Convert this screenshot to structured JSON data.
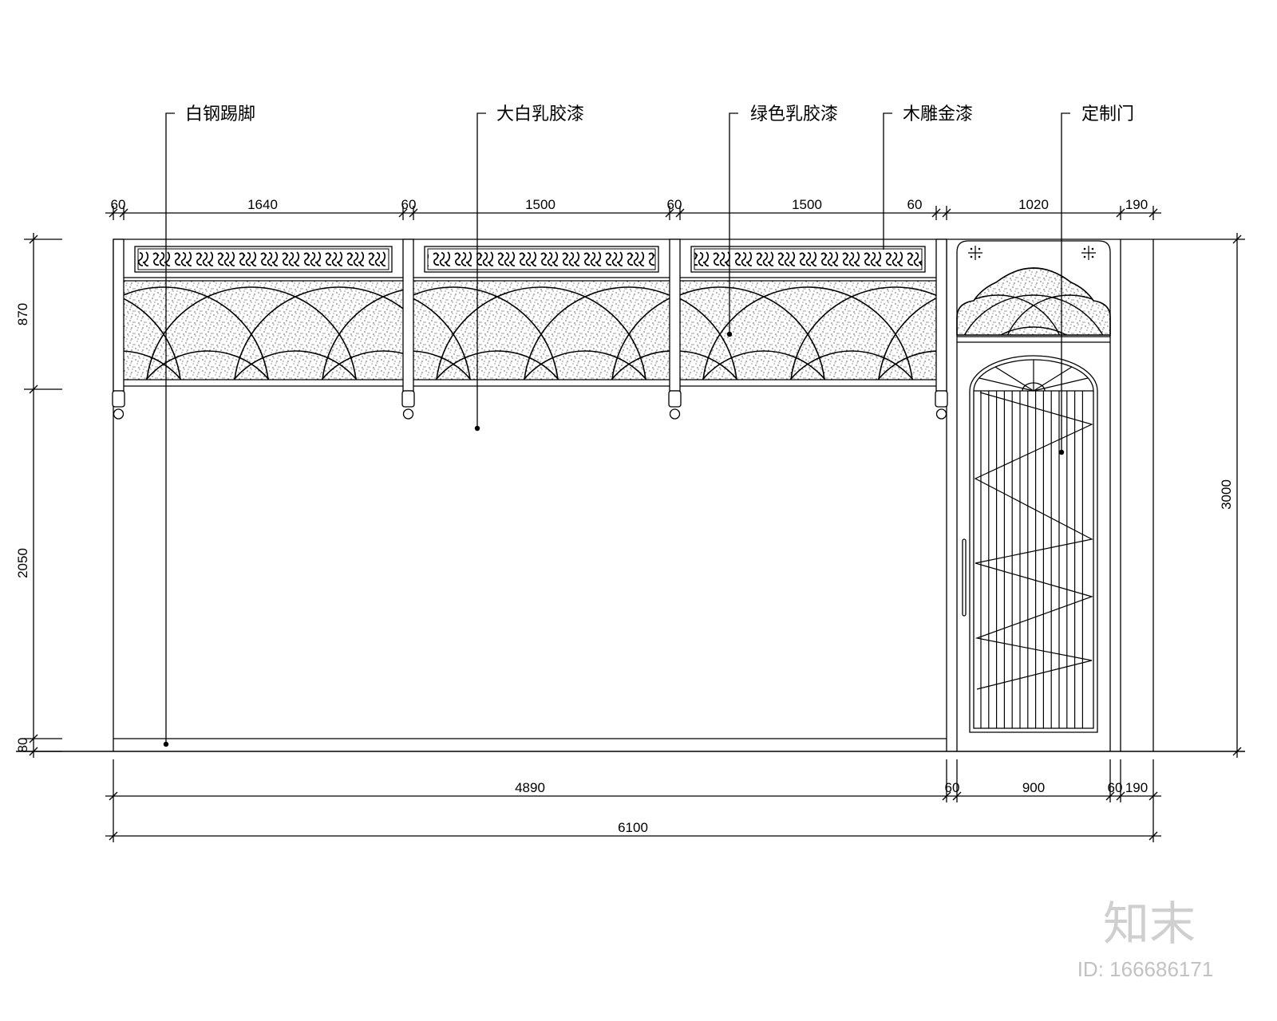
{
  "labels": [
    {
      "text": "白钢踢脚"
    },
    {
      "text": "大白乳胶漆"
    },
    {
      "text": "绿色乳胶漆"
    },
    {
      "text": "木雕金漆"
    },
    {
      "text": "定制门"
    }
  ],
  "dimensions": {
    "top": [
      "60",
      "1640",
      "60",
      "1500",
      "60",
      "1500",
      "60",
      "1020",
      "190"
    ],
    "left": [
      "870",
      "2050",
      "80"
    ],
    "right": [
      "3000"
    ],
    "bottom": [
      "4890",
      "60",
      "900",
      "60",
      "190"
    ],
    "overall": [
      "6100"
    ]
  },
  "watermark": {
    "logo": "知末",
    "id": "ID: 166686171"
  }
}
